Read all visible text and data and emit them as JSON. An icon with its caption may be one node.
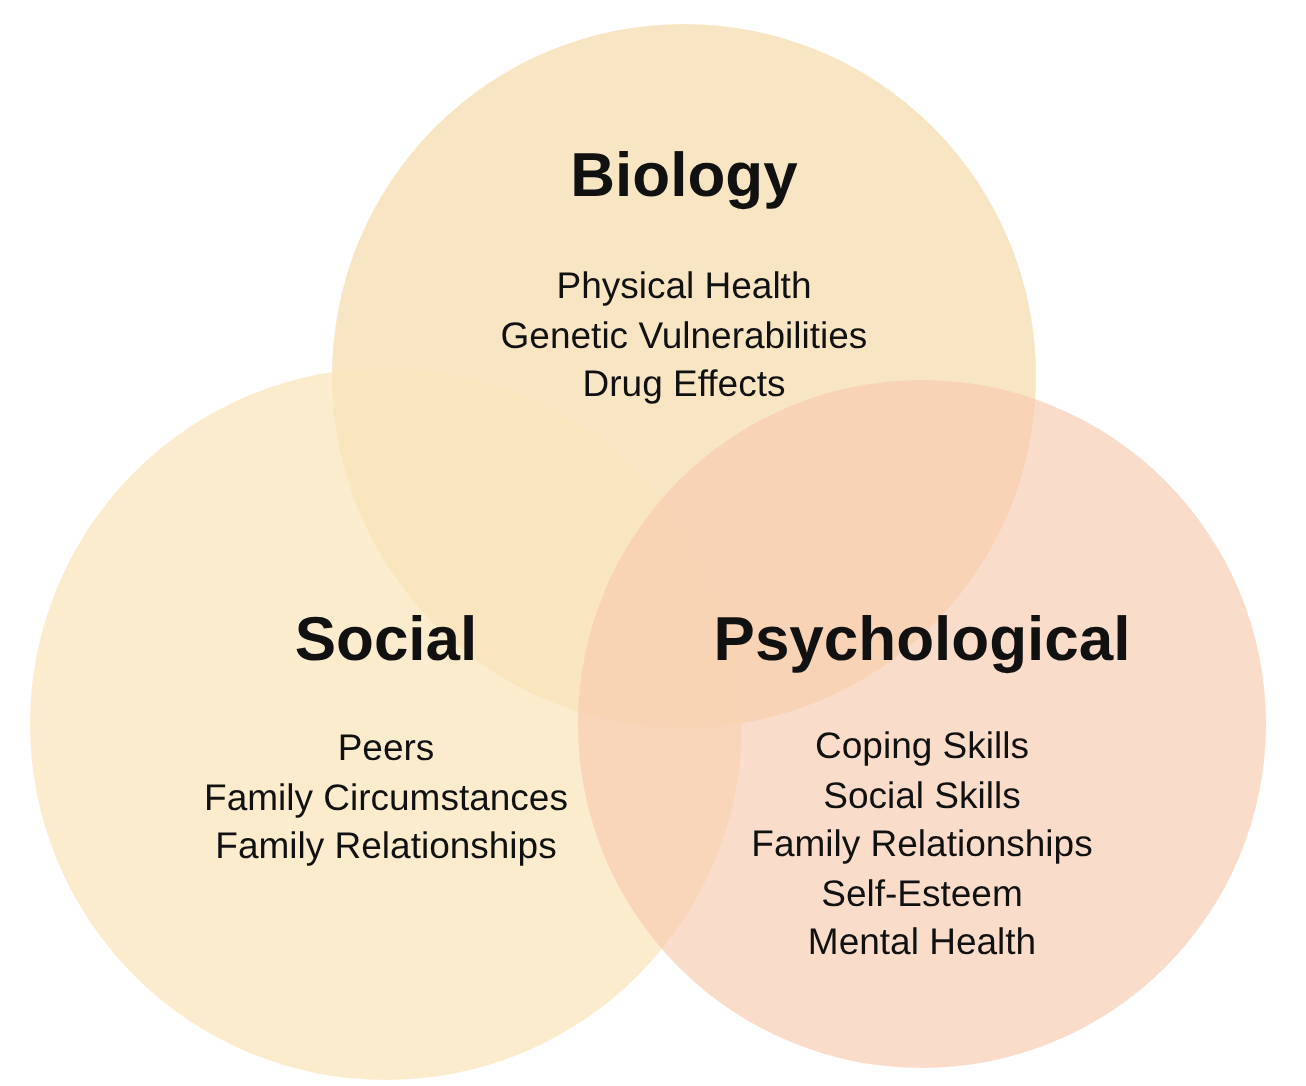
{
  "diagram": {
    "nodes": [
      {
        "text": [
          "Biology",
          "Physical Health",
          "Genetic Vulnerabilities",
          "Drug Effects"
        ]
      },
      {
        "text": [
          "Social",
          "Peers",
          "Family Circumstances",
          "Family Relationships"
        ]
      },
      {
        "text": [
          "Psychological",
          "Coping Skills",
          "Social Skills",
          "Family Relationships",
          "Self-Esteem",
          "Mental Health"
        ]
      }
    ]
  }
}
